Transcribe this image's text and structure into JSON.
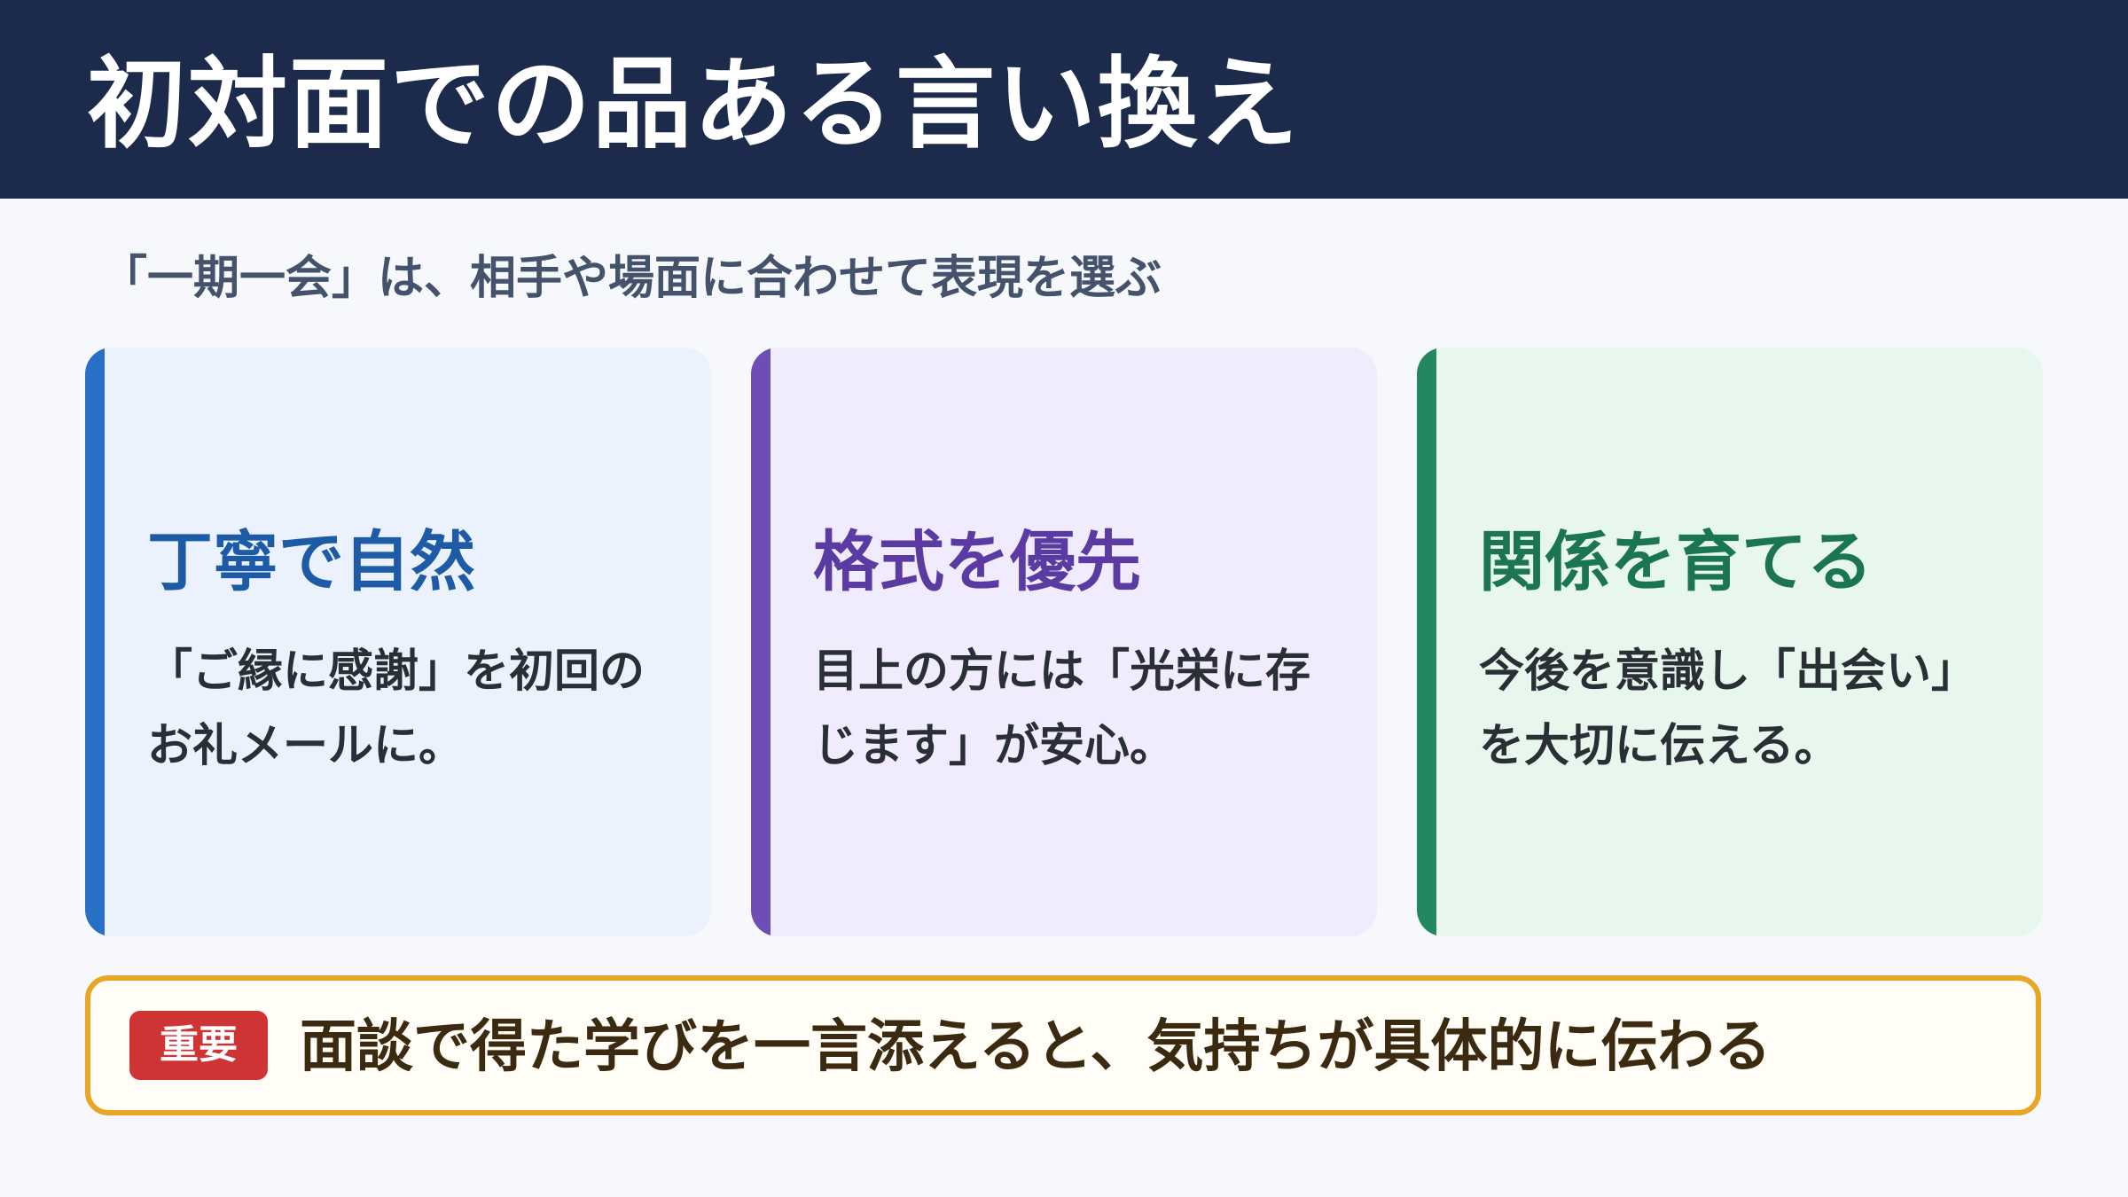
{
  "header": {
    "title": "初対面での品ある言い換え"
  },
  "subtitle": "「一期一会」は、相手や場面に合わせて表現を選ぶ",
  "cards": [
    {
      "title": "丁寧で自然",
      "body": "「ご縁に感謝」を初回のお礼メールに。"
    },
    {
      "title": "格式を優先",
      "body": "目上の方には「光栄に存じます」が安心。"
    },
    {
      "title": "関係を育てる",
      "body": "今後を意識し「出会い」を大切に伝える。"
    }
  ],
  "note": {
    "badge": "重要",
    "text": "面談で得た学びを一言添えると、気持ちが具体的に伝わる"
  },
  "colors": {
    "header_bg": "#1c2a4c",
    "card_blue_accent": "#2a6fc6",
    "card_purple_accent": "#6e4db4",
    "card_green_accent": "#238862",
    "note_border": "#e9a526",
    "badge_bg": "#cf3434"
  }
}
